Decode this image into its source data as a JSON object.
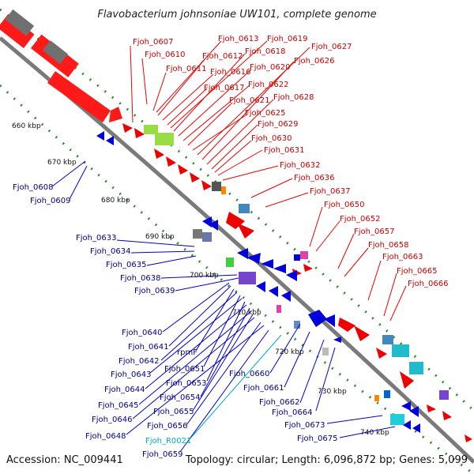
{
  "title": "Flavobacterium johnsoniae UW101, complete genome",
  "footer": {
    "accession": "Accession: NC_009441",
    "summary": "Topology: circular; Length: 6,096,872 bp; Genes: 5,099"
  },
  "kbp_ticks": [
    "660 kbp",
    "670 kbp",
    "680 kbp",
    "690 kbp",
    "700 kbp",
    "710 kbp",
    "720 kbp",
    "730 kbp",
    "740 kbp"
  ],
  "red_labels": [
    "Fjoh_0607",
    "Fjoh_0610",
    "Fjoh_0611",
    "Fjoh_0613",
    "Fjoh_0612",
    "Fjoh_0616",
    "Fjoh_0617",
    "Fjoh_0619",
    "Fjoh_0618",
    "Fjoh_0620",
    "Fjoh_0622",
    "Fjoh_0621",
    "Fjoh_0625",
    "Fjoh_0627",
    "Fjoh_0626",
    "Fjoh_0628",
    "Fjoh_0629",
    "Fjoh_0630",
    "Fjoh_0631",
    "Fjoh_0632",
    "Fjoh_0636",
    "Fjoh_0637",
    "Fjoh_0650",
    "Fjoh_0652",
    "Fjoh_0657",
    "Fjoh_0658",
    "Fjoh_0663",
    "Fjoh_0665",
    "Fjoh_0666"
  ],
  "blue_labels": [
    "Fjoh_0608",
    "Fjoh_0609",
    "Fjoh_0633",
    "Fjoh_0634",
    "Fjoh_0635",
    "Fjoh_0638",
    "Fjoh_0639",
    "Fjoh_0640",
    "Fjoh_0641",
    "rpmF",
    "Fjoh_0642",
    "Fjoh_0651",
    "Fjoh_0643",
    "Fjoh_0653",
    "Fjoh_0644",
    "Fjoh_0654",
    "Fjoh_0645",
    "Fjoh_0655",
    "Fjoh_0646",
    "Fjoh_0656",
    "Fjoh_0648",
    "Fjoh_R0021",
    "Fjoh_0659",
    "Fjoh_0660",
    "Fjoh_0661",
    "Fjoh_0662",
    "Fjoh_0664",
    "Fjoh_0673",
    "Fjoh_0675"
  ],
  "colors": {
    "forward_gene": "#ee0000",
    "reverse_gene": "#0000dd",
    "rna_label": "#00aacc",
    "backbone": "#888888",
    "gc_dots": "#228b22"
  }
}
